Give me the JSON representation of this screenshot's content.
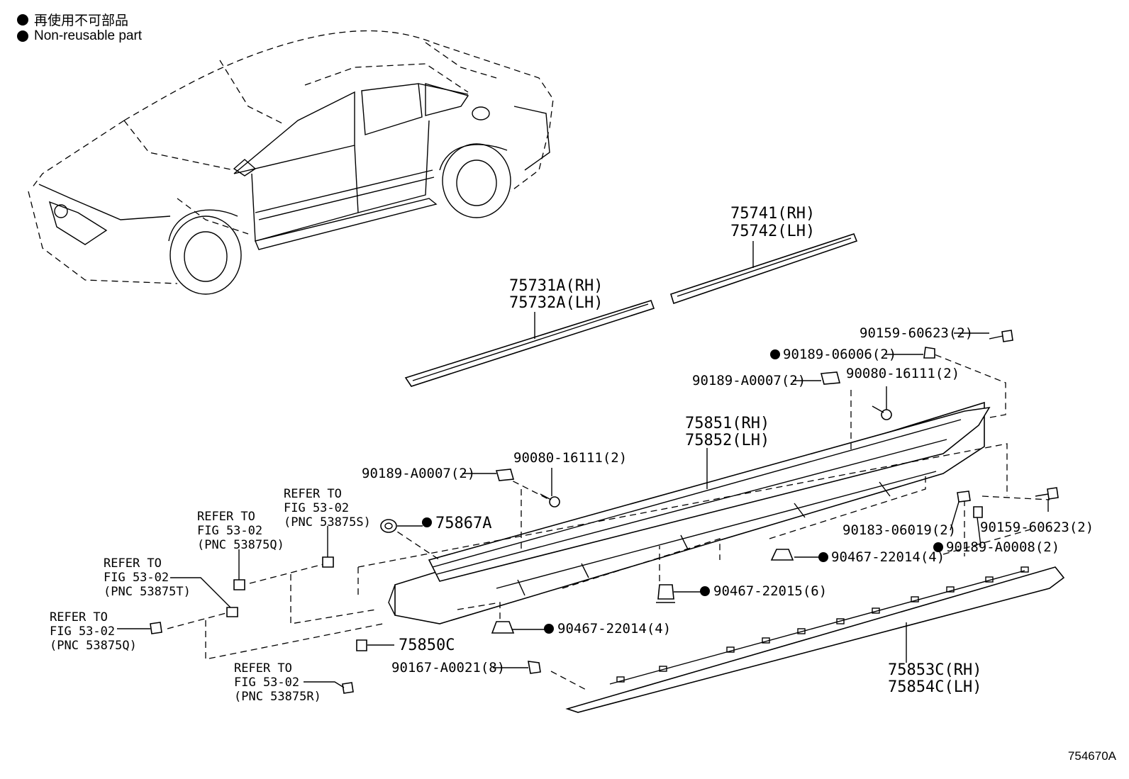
{
  "legend": {
    "jp": "再使用不可部品",
    "en": "Non-reusable part"
  },
  "figure_id": "754670A",
  "labels": {
    "m_rh_upper": "75741(RH)",
    "m_lh_upper": "75742(LH)",
    "m_rh_front": "75731A(RH)",
    "m_lh_front": "75732A(LH)",
    "sill_rh": "75851(RH)",
    "sill_lh": "75852(LH)",
    "lower_rh": "75853C(RH)",
    "lower_lh": "75854C(LH)",
    "p_90159_a": "90159-60623(2)",
    "p_90189_06006": "90189-06006(2)",
    "p_90189_a0007_a": "90189-A0007(2)",
    "p_90080_a": "90080-16111(2)",
    "p_90189_a0007_b": "90189-A0007(2)",
    "p_90080_b": "90080-16111(2)",
    "p_75867a": "75867A",
    "p_90183": "90183-06019(2)",
    "p_90159_b": "90159-60623(2)",
    "p_90467_14a": "90467-22014(4)",
    "p_90189_a0008": "90189-A0008(2)",
    "p_90467_15": "90467-22015(6)",
    "p_90467_14b": "90467-22014(4)",
    "p_75850c": "75850C",
    "p_90167": "90167-A0021(8)"
  },
  "refs": {
    "r1": {
      "l1": "REFER TO",
      "l2": "FIG 53-02",
      "l3": "(PNC 53875S)"
    },
    "r2": {
      "l1": "REFER TO",
      "l2": "FIG 53-02",
      "l3": "(PNC 53875Q)"
    },
    "r3": {
      "l1": "REFER TO",
      "l2": "FIG 53-02",
      "l3": "(PNC 53875T)"
    },
    "r4": {
      "l1": "REFER TO",
      "l2": "FIG 53-02",
      "l3": "(PNC 53875Q)"
    },
    "r5": {
      "l1": "REFER TO",
      "l2": "FIG 53-02",
      "l3": "(PNC 53875R)"
    }
  }
}
